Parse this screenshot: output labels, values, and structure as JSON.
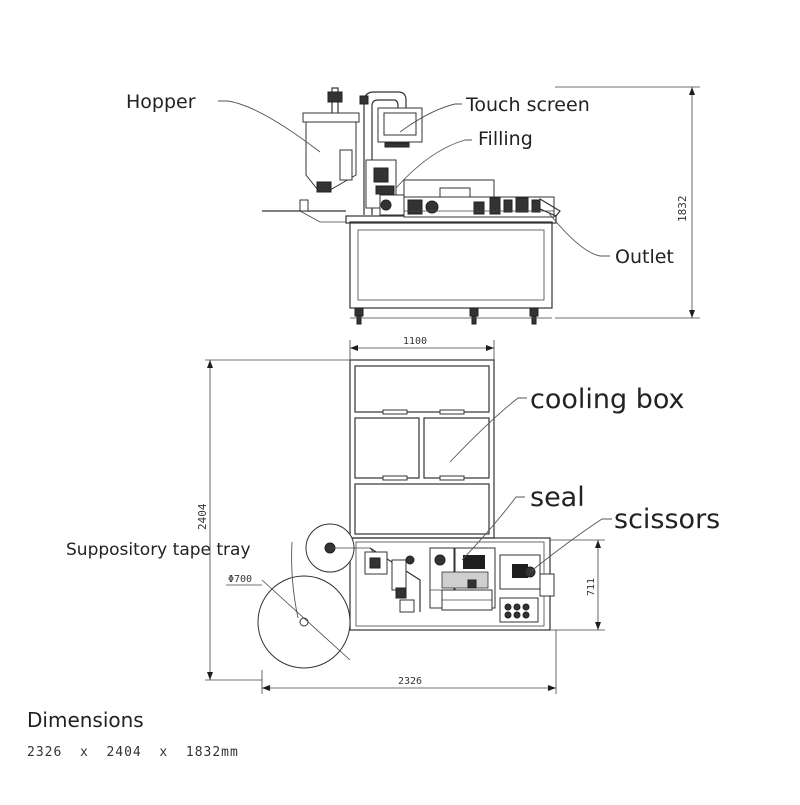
{
  "front_view": {
    "labels": {
      "hopper": "Hopper",
      "touch_screen": "Touch screen",
      "filling": "Filling",
      "outlet": "Outlet"
    },
    "height_dimension": "1832"
  },
  "top_view": {
    "labels": {
      "cooling_box": "cooling box",
      "seal": "seal",
      "scissors": "scissors",
      "tape_tray": "Suppository tape tray"
    },
    "dimensions": {
      "top_width": "1100",
      "depth": "2404",
      "right_depth": "711",
      "overall_width": "2326",
      "tray_diameter": "Φ700"
    }
  },
  "footer": {
    "title": "Dimensions",
    "value": "2326  x  2404  x  1832mm"
  }
}
